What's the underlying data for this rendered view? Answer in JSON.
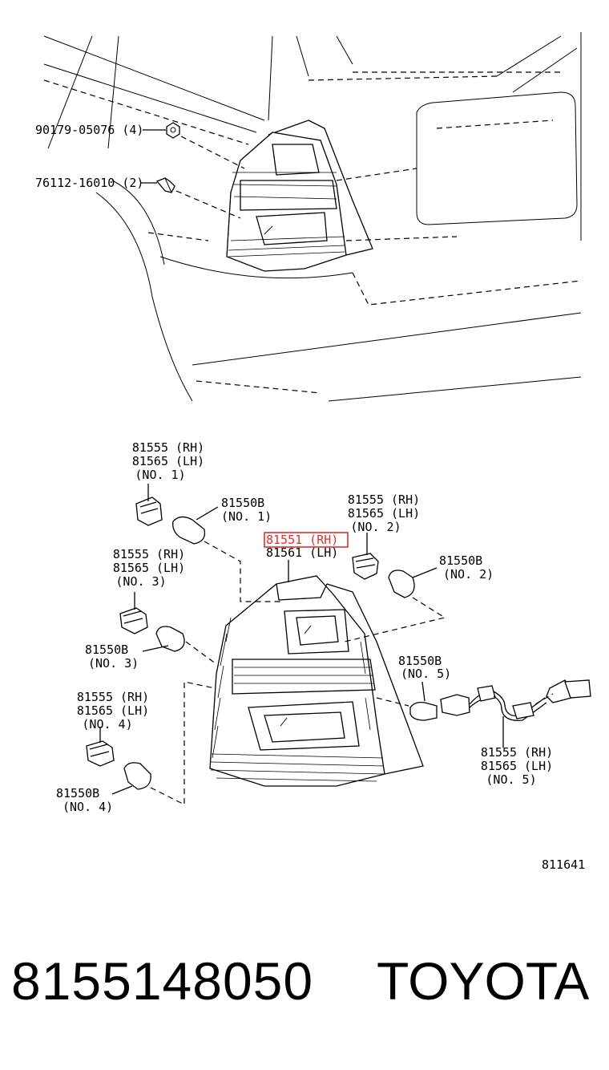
{
  "labels": {
    "clip_90179": "90179-05076 (4)",
    "fastener_76112": "76112-16010 (2)",
    "socket1_rh": "81555 (RH)",
    "socket1_lh": "81565 (LH)",
    "socket1_no": "(NO. 1)",
    "bulb1_part": "81550B",
    "bulb1_no": "(NO. 1)",
    "socket2_rh": "81555 (RH)",
    "socket2_lh": "81565 (LH)",
    "socket2_no": "(NO. 2)",
    "lamp_rh": "81551 (RH)",
    "lamp_lh": "81561 (LH)",
    "bulb2_part": "81550B",
    "bulb2_no": "(NO. 2)",
    "socket3_rh": "81555 (RH)",
    "socket3_lh": "81565 (LH)",
    "socket3_no": "(NO. 3)",
    "bulb3_part": "81550B",
    "bulb3_no": "(NO. 3)",
    "bulb5_part": "81550B",
    "bulb5_no": "(NO. 5)",
    "socket4_rh": "81555 (RH)",
    "socket4_lh": "81565 (LH)",
    "socket4_no": "(NO. 4)",
    "bulb4_part": "81550B",
    "bulb4_no": "(NO. 4)",
    "socket5_rh": "81555 (RH)",
    "socket5_lh": "81565 (LH)",
    "socket5_no": "(NO. 5)",
    "diagram_id": "811641"
  },
  "footer": {
    "part_number": "8155148050",
    "brand": "TOYOTA"
  },
  "highlight_color": "#e0302a"
}
